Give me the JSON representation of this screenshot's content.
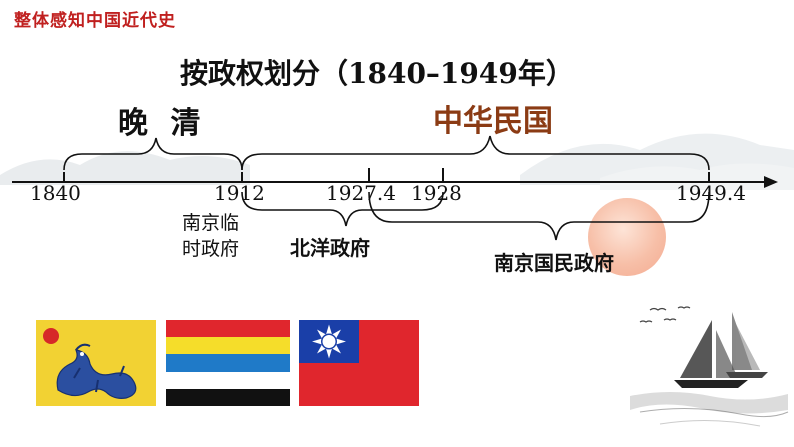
{
  "slide_title": "整体感知中国近代史",
  "main_title": "按政权划分（1840–1949年）",
  "eras": {
    "qing": "晚 清",
    "roc": "中华民国"
  },
  "years": {
    "y1840": "1840",
    "y1912": "1912",
    "y1927": "1927.4",
    "y1928": "1928",
    "y1949": "1949.4"
  },
  "governments": {
    "nanjing_provisional": "南京临时政府",
    "nanjing_provisional_line1": "南京临",
    "nanjing_provisional_line2": "时政府",
    "beiyang": "北洋政府",
    "nanjing_national": "南京国民政府"
  },
  "flags": [
    {
      "name": "yellow-dragon-flag",
      "color": "#f2d233"
    },
    {
      "name": "five-color-flag",
      "colors": [
        "#e0262d",
        "#f5dd2a",
        "#1f7ac8",
        "#ffffff",
        "#111111"
      ]
    },
    {
      "name": "blue-sky-red-earth-flag",
      "colors": [
        "#e0262d",
        "#1a3fa8",
        "#ffffff"
      ]
    }
  ],
  "colors": {
    "title_red": "#c0201f",
    "roc_brown": "#8b3b14",
    "sun_orange": "#f6b89e"
  }
}
